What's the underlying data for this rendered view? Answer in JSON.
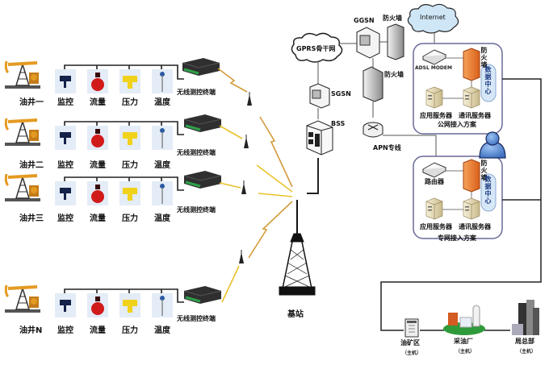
{
  "wells": [
    {
      "name": "油井一",
      "terminal": "无线测控终端"
    },
    {
      "name": "油井二",
      "terminal": "无线测控终端"
    },
    {
      "name": "油井三",
      "terminal": "无线测控终端"
    },
    {
      "name": "油井N",
      "terminal": "无线测控终端"
    }
  ],
  "sensors": [
    "监控",
    "流量",
    "压力",
    "温度"
  ],
  "base_station": "基站",
  "network": {
    "gprs": "GPRS骨干网",
    "sgsn": "SGSN",
    "bss": "BSS",
    "ggsn": "GGSN",
    "firewall_top": "防火墙",
    "firewall_mid": "防火墙",
    "internet": "Internet",
    "apn": "APN专线"
  },
  "public_access": {
    "modem": "ADSL MODEM",
    "firewall": "防火墙",
    "data_center": "数据中心",
    "app_server": "应用服务器",
    "comm_server": "通讯服务器",
    "title": "公网接入方案"
  },
  "private_access": {
    "router": "路由器",
    "firewall": "防火墙",
    "data_center": "数据中心",
    "app_server": "应用服务器",
    "comm_server": "通讯服务器",
    "title": "专网接入方案"
  },
  "sites": [
    {
      "name": "油矿区",
      "sub": "（主机）"
    },
    {
      "name": "采油厂",
      "sub": "（主机）"
    },
    {
      "name": "局总部",
      "sub": "（主机）"
    }
  ],
  "colors": {
    "line": "#222222",
    "cloud_fill": "#cfe6f7",
    "firewall_orange": "#ee7a2a",
    "panel_border": "#6a6a9a",
    "data_center_fill": "#d6e7f8",
    "user_blue": "#5b8fd6",
    "lightning": "#e9c22a",
    "sensor_bg": "#e4ecf7",
    "valve_red": "#d11a1a",
    "pressure_yellow": "#f1d21a",
    "pump_orange": "#e49a22"
  }
}
